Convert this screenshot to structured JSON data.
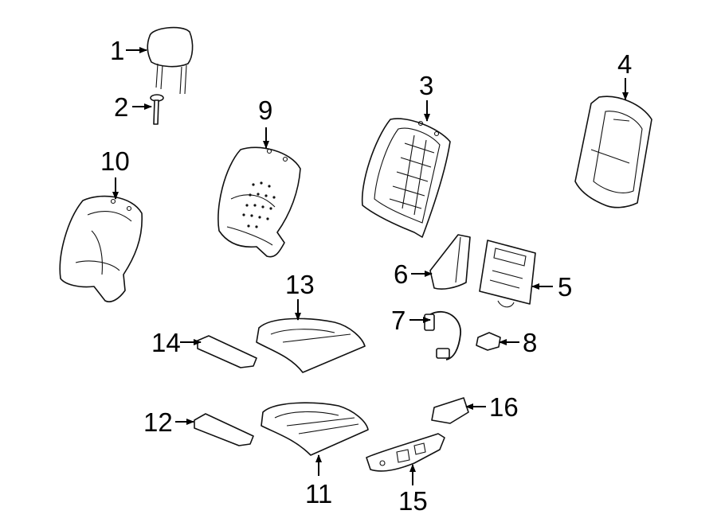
{
  "callouts": {
    "c1": "1",
    "c2": "2",
    "c3": "3",
    "c4": "4",
    "c5": "5",
    "c6": "6",
    "c7": "7",
    "c8": "8",
    "c9": "9",
    "c10": "10",
    "c11": "11",
    "c12": "12",
    "c13": "13",
    "c14": "14",
    "c15": "15",
    "c16": "16"
  },
  "colors": {
    "line": "#111111",
    "background": "#ffffff",
    "shade": "#f2f2f2"
  }
}
